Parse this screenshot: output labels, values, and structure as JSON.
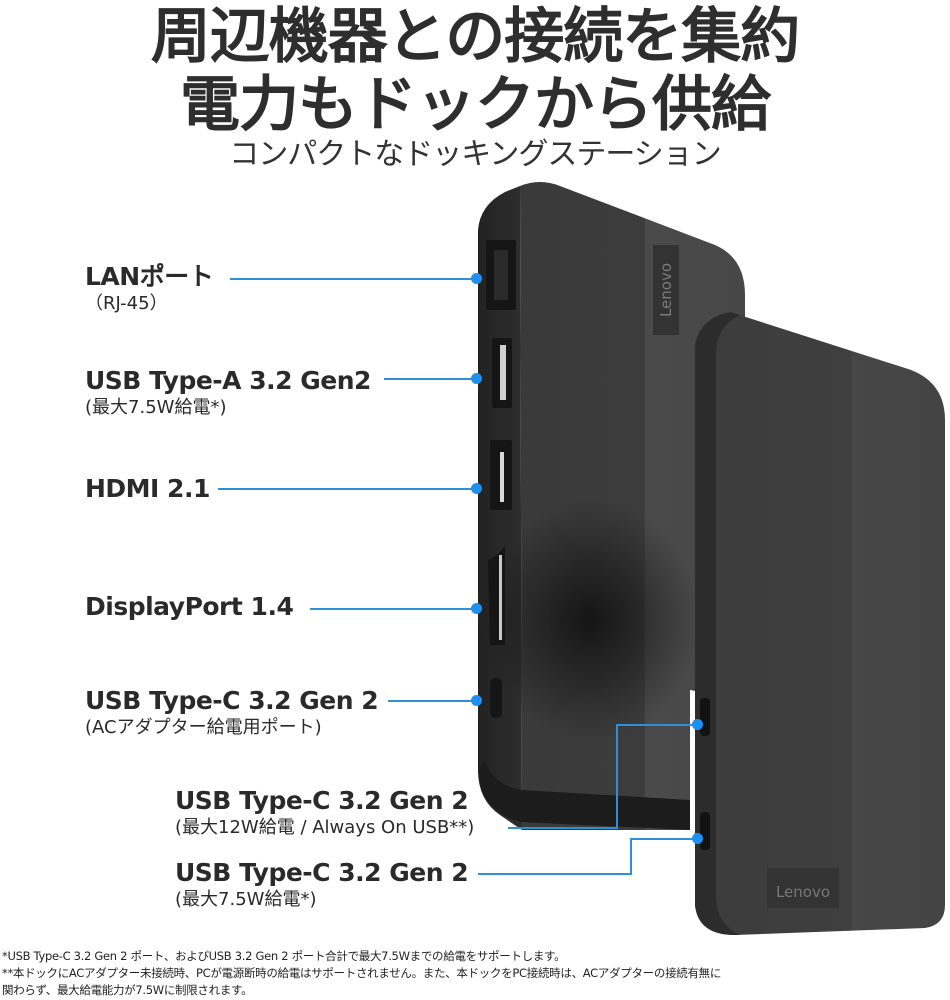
{
  "header": {
    "headline_line1": "周辺機器との接続を集約",
    "headline_line2": "電力もドックから供給",
    "subheadline": "コンパクトなドッキングステーション"
  },
  "ports": [
    {
      "name": "LANポート",
      "note": "（RJ-45）"
    },
    {
      "name": "USB Type-A 3.2 Gen2",
      "note": "(最大7.5W給電*)"
    },
    {
      "name": "HDMI 2.1",
      "note": ""
    },
    {
      "name": "DisplayPort 1.4",
      "note": ""
    },
    {
      "name": "USB Type-C 3.2 Gen 2",
      "note": "(ACアダプター給電用ポート)"
    },
    {
      "name": "USB Type-C 3.2 Gen 2",
      "note": "(最大12W給電 / Always On USB**)"
    },
    {
      "name": "USB Type-C 3.2 Gen 2",
      "note": "(最大7.5W給電*)"
    }
  ],
  "device": {
    "brand_logo_top": "Lenovo",
    "brand_logo_bottom": "Lenovo",
    "body_color": "#2a2a2a",
    "accent_color": "#1f8ff0"
  },
  "footnotes": [
    "*USB Type-C 3.2 Gen 2 ポート、およびUSB 3.2 Gen 2 ポート合計で最大7.5Wまでの給電をサポートします。",
    "**本ドックにACアダプター未接続時、PCが電源断時の給電はサポートされません。また、本ドックをPC接続時は、ACアダプターの接続有無に",
    "関わらず、最大給電能力が7.5Wに制限されます。"
  ]
}
